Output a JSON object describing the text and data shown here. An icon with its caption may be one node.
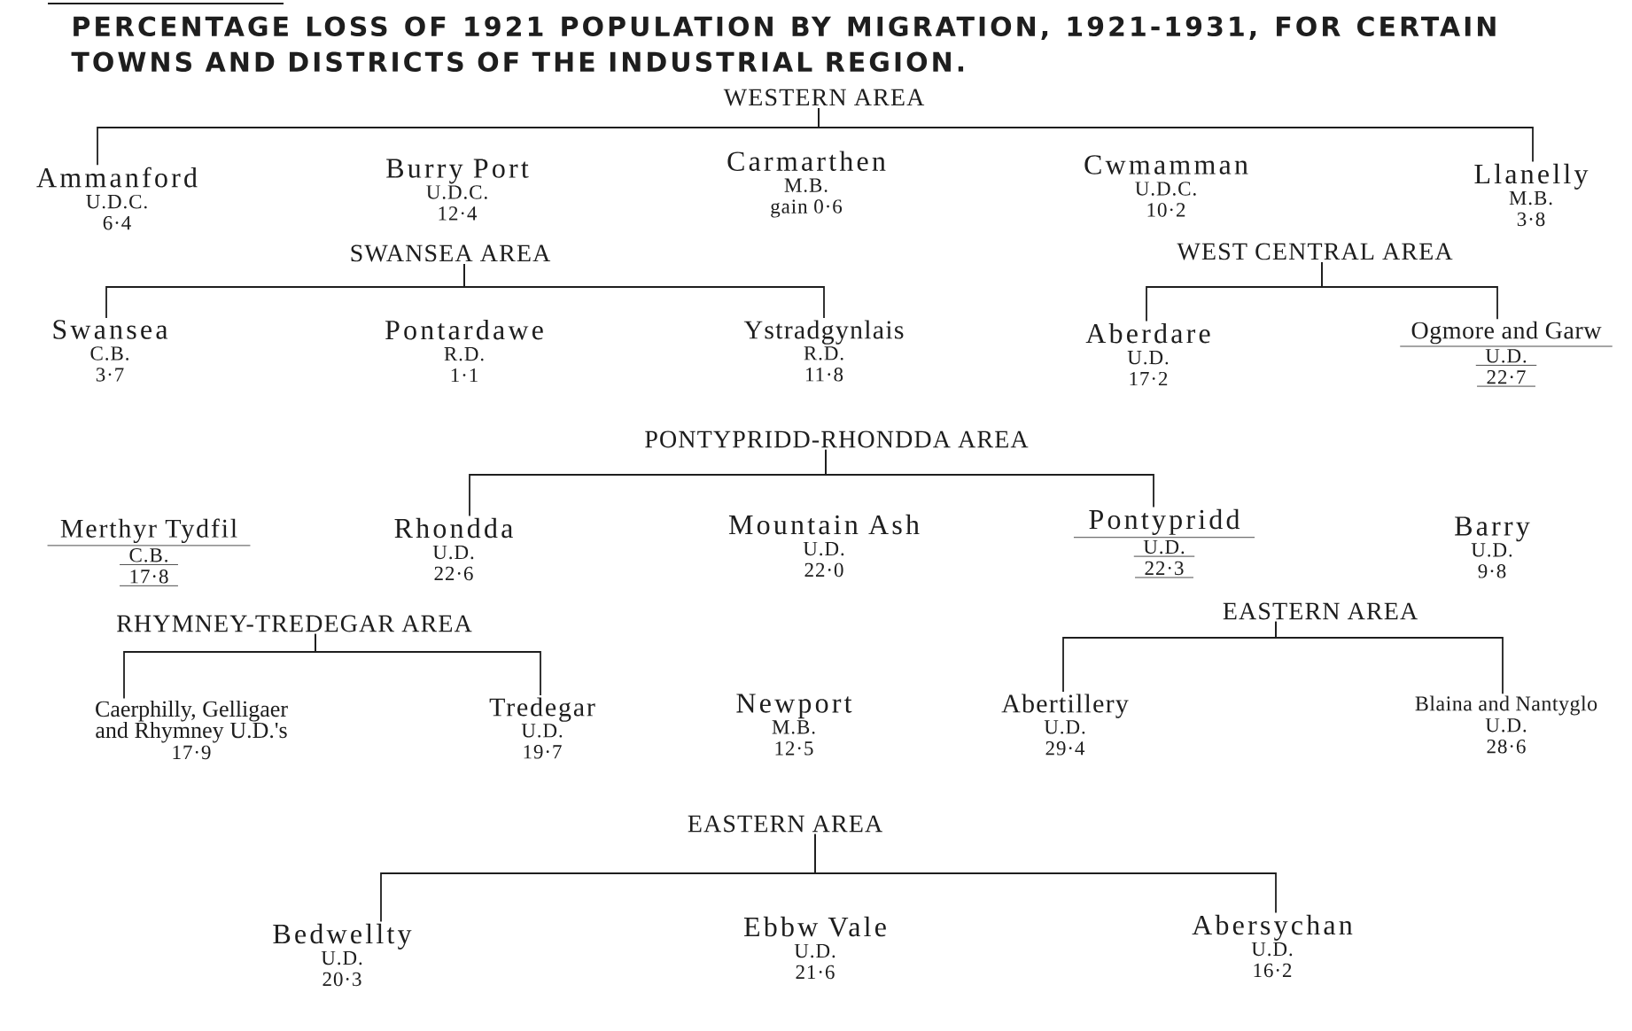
{
  "diagram": {
    "title": "PERCENTAGE LOSS OF 1921 POPULATION BY MIGRATION, 1921-1931, FOR CERTAIN TOWNS AND DISTRICTS OF THE INDUSTRIAL REGION.",
    "nodes": [
      {
        "text": [
          "WESTERN AREA"
        ]
      },
      {
        "text": [
          "Ammanford",
          "U.D.C.",
          "6·4"
        ]
      },
      {
        "text": [
          "Burry Port",
          "U.D.C.",
          "12·4"
        ]
      },
      {
        "text": [
          "Carmarthen",
          "M.B.",
          "gain 0·6"
        ]
      },
      {
        "text": [
          "Cwmamman",
          "U.D.C.",
          "10·2"
        ]
      },
      {
        "text": [
          "Llanelly",
          "M.B.",
          "3·8"
        ]
      },
      {
        "text": [
          "SWANSEA AREA"
        ]
      },
      {
        "text": [
          "Swansea",
          "C.B.",
          "3·7"
        ]
      },
      {
        "text": [
          "Pontardawe",
          "R.D.",
          "1·1"
        ]
      },
      {
        "text": [
          "Ystradgynlais",
          "R.D.",
          "11·8"
        ]
      },
      {
        "text": [
          "WEST CENTRAL AREA"
        ]
      },
      {
        "text": [
          "Aberdare",
          "U.D.",
          "17·2"
        ]
      },
      {
        "text": [
          "Ogmore and Garw",
          "U.D.",
          "22·7"
        ]
      },
      {
        "text": [
          "PONTYPRIDD-RHONDDA AREA"
        ]
      },
      {
        "text": [
          "Merthyr Tydfil",
          "C.B.",
          "17·8"
        ]
      },
      {
        "text": [
          "Rhondda",
          "U.D.",
          "22·6"
        ]
      },
      {
        "text": [
          "Mountain Ash",
          "U.D.",
          "22·0"
        ]
      },
      {
        "text": [
          "Pontypridd",
          "U.D.",
          "22·3"
        ]
      },
      {
        "text": [
          "Barry",
          "U.D.",
          "9·8"
        ]
      },
      {
        "text": [
          "RHYMNEY-TREDEGAR AREA"
        ]
      },
      {
        "text": [
          "Caerphilly, Gelligaer and Rhymney U.D.'s",
          "17·9"
        ]
      },
      {
        "text": [
          "Tredegar",
          "U.D.",
          "19·7"
        ]
      },
      {
        "text": [
          "Newport",
          "M.B.",
          "12·5"
        ]
      },
      {
        "text": [
          "EASTERN AREA"
        ]
      },
      {
        "text": [
          "Abertillery",
          "U.D.",
          "29·4"
        ]
      },
      {
        "text": [
          "Blaina and Nantyglo",
          "U.D.",
          "28·6"
        ]
      },
      {
        "text": [
          "EASTERN AREA"
        ]
      },
      {
        "text": [
          "Bedwellty",
          "U.D.",
          "20·3"
        ]
      },
      {
        "text": [
          "Ebbw Vale",
          "U.D.",
          "21·6"
        ]
      },
      {
        "text": [
          "Abersychan",
          "U.D.",
          "16·2"
        ]
      }
    ],
    "edges": [
      {
        "from": 0,
        "to": 1,
        "arrow": "none"
      },
      {
        "from": 0,
        "to": 5,
        "arrow": "none"
      },
      {
        "from": 6,
        "to": 7,
        "arrow": "none"
      },
      {
        "from": 6,
        "to": 9,
        "arrow": "none"
      },
      {
        "from": 10,
        "to": 11,
        "arrow": "none"
      },
      {
        "from": 10,
        "to": 12,
        "arrow": "none"
      },
      {
        "from": 13,
        "to": 15,
        "arrow": "none"
      },
      {
        "from": 13,
        "to": 17,
        "arrow": "none"
      },
      {
        "from": 19,
        "to": 20,
        "arrow": "none"
      },
      {
        "from": 19,
        "to": 21,
        "arrow": "none"
      },
      {
        "from": 23,
        "to": 24,
        "arrow": "none"
      },
      {
        "from": 23,
        "to": 25,
        "arrow": "none"
      },
      {
        "from": 26,
        "to": 27,
        "arrow": "none"
      },
      {
        "from": 26,
        "to": 29,
        "arrow": "none"
      }
    ]
  }
}
